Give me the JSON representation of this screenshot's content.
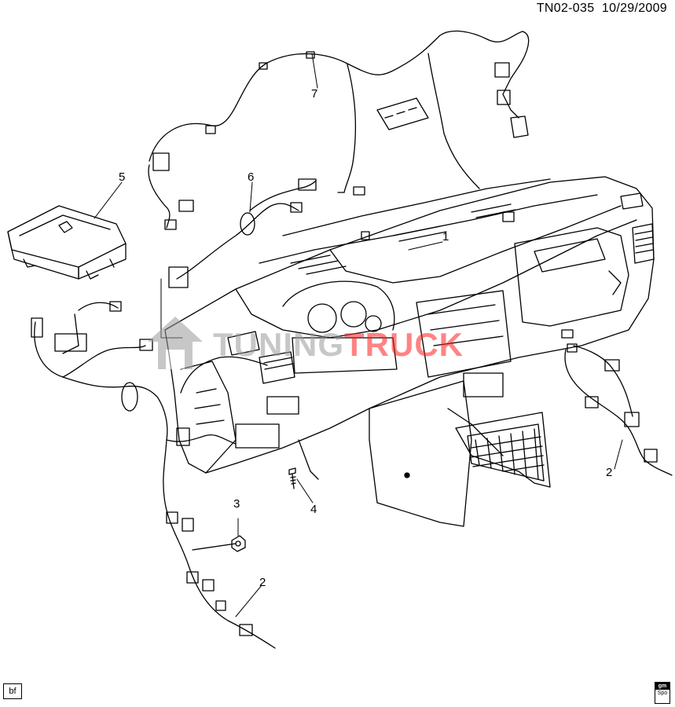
{
  "header": {
    "code": "TN02-035",
    "date": "10/29/2009"
  },
  "callouts": [
    "1",
    "2",
    "2",
    "3",
    "4",
    "5",
    "6",
    "7"
  ],
  "footer": {
    "left_tag": "bf",
    "logo_top": "gm",
    "logo_bottom": "Spo"
  },
  "watermark": {
    "part_a": "TUNING",
    "part_b": "TRUCK"
  },
  "colors": {
    "line": "#000000",
    "background": "#ffffff",
    "watermark_grey": "#9b9b9b",
    "watermark_red": "#ff1e1e"
  }
}
